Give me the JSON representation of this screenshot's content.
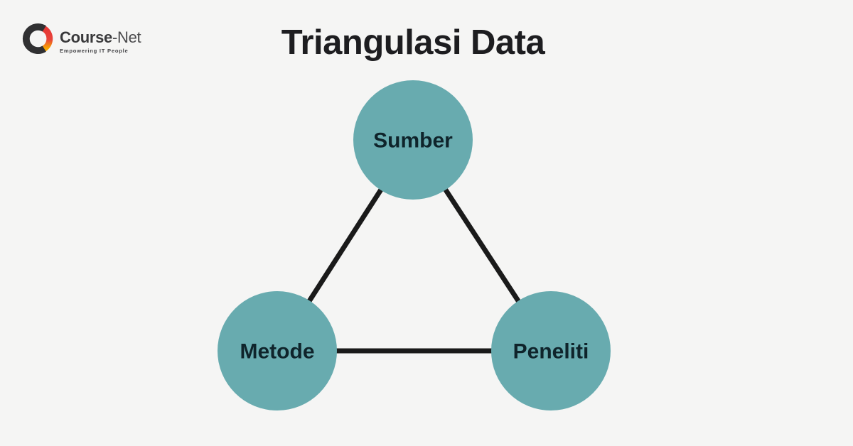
{
  "background": "#F5F5F4",
  "title": "Triangulasi Data",
  "logo": {
    "brand_bold": "Course",
    "brand_light": "-Net",
    "tagline": "Empowering IT People",
    "icon": "course-net-ring-icon",
    "colors": {
      "ring_dark": "#303032",
      "crescent_red": "#E63835",
      "crescent_yellow": "#F7A600"
    }
  },
  "diagram": {
    "type": "triangle-network",
    "node_fill": "#68ABAF",
    "node_label_color": "#0F242B",
    "edge_color": "#1A1A1A",
    "nodes": [
      {
        "id": "sumber",
        "label": "Sumber"
      },
      {
        "id": "metode",
        "label": "Metode"
      },
      {
        "id": "peneliti",
        "label": "Peneliti"
      }
    ],
    "edges": [
      {
        "from": "sumber",
        "to": "metode"
      },
      {
        "from": "sumber",
        "to": "peneliti"
      },
      {
        "from": "metode",
        "to": "peneliti"
      }
    ]
  }
}
